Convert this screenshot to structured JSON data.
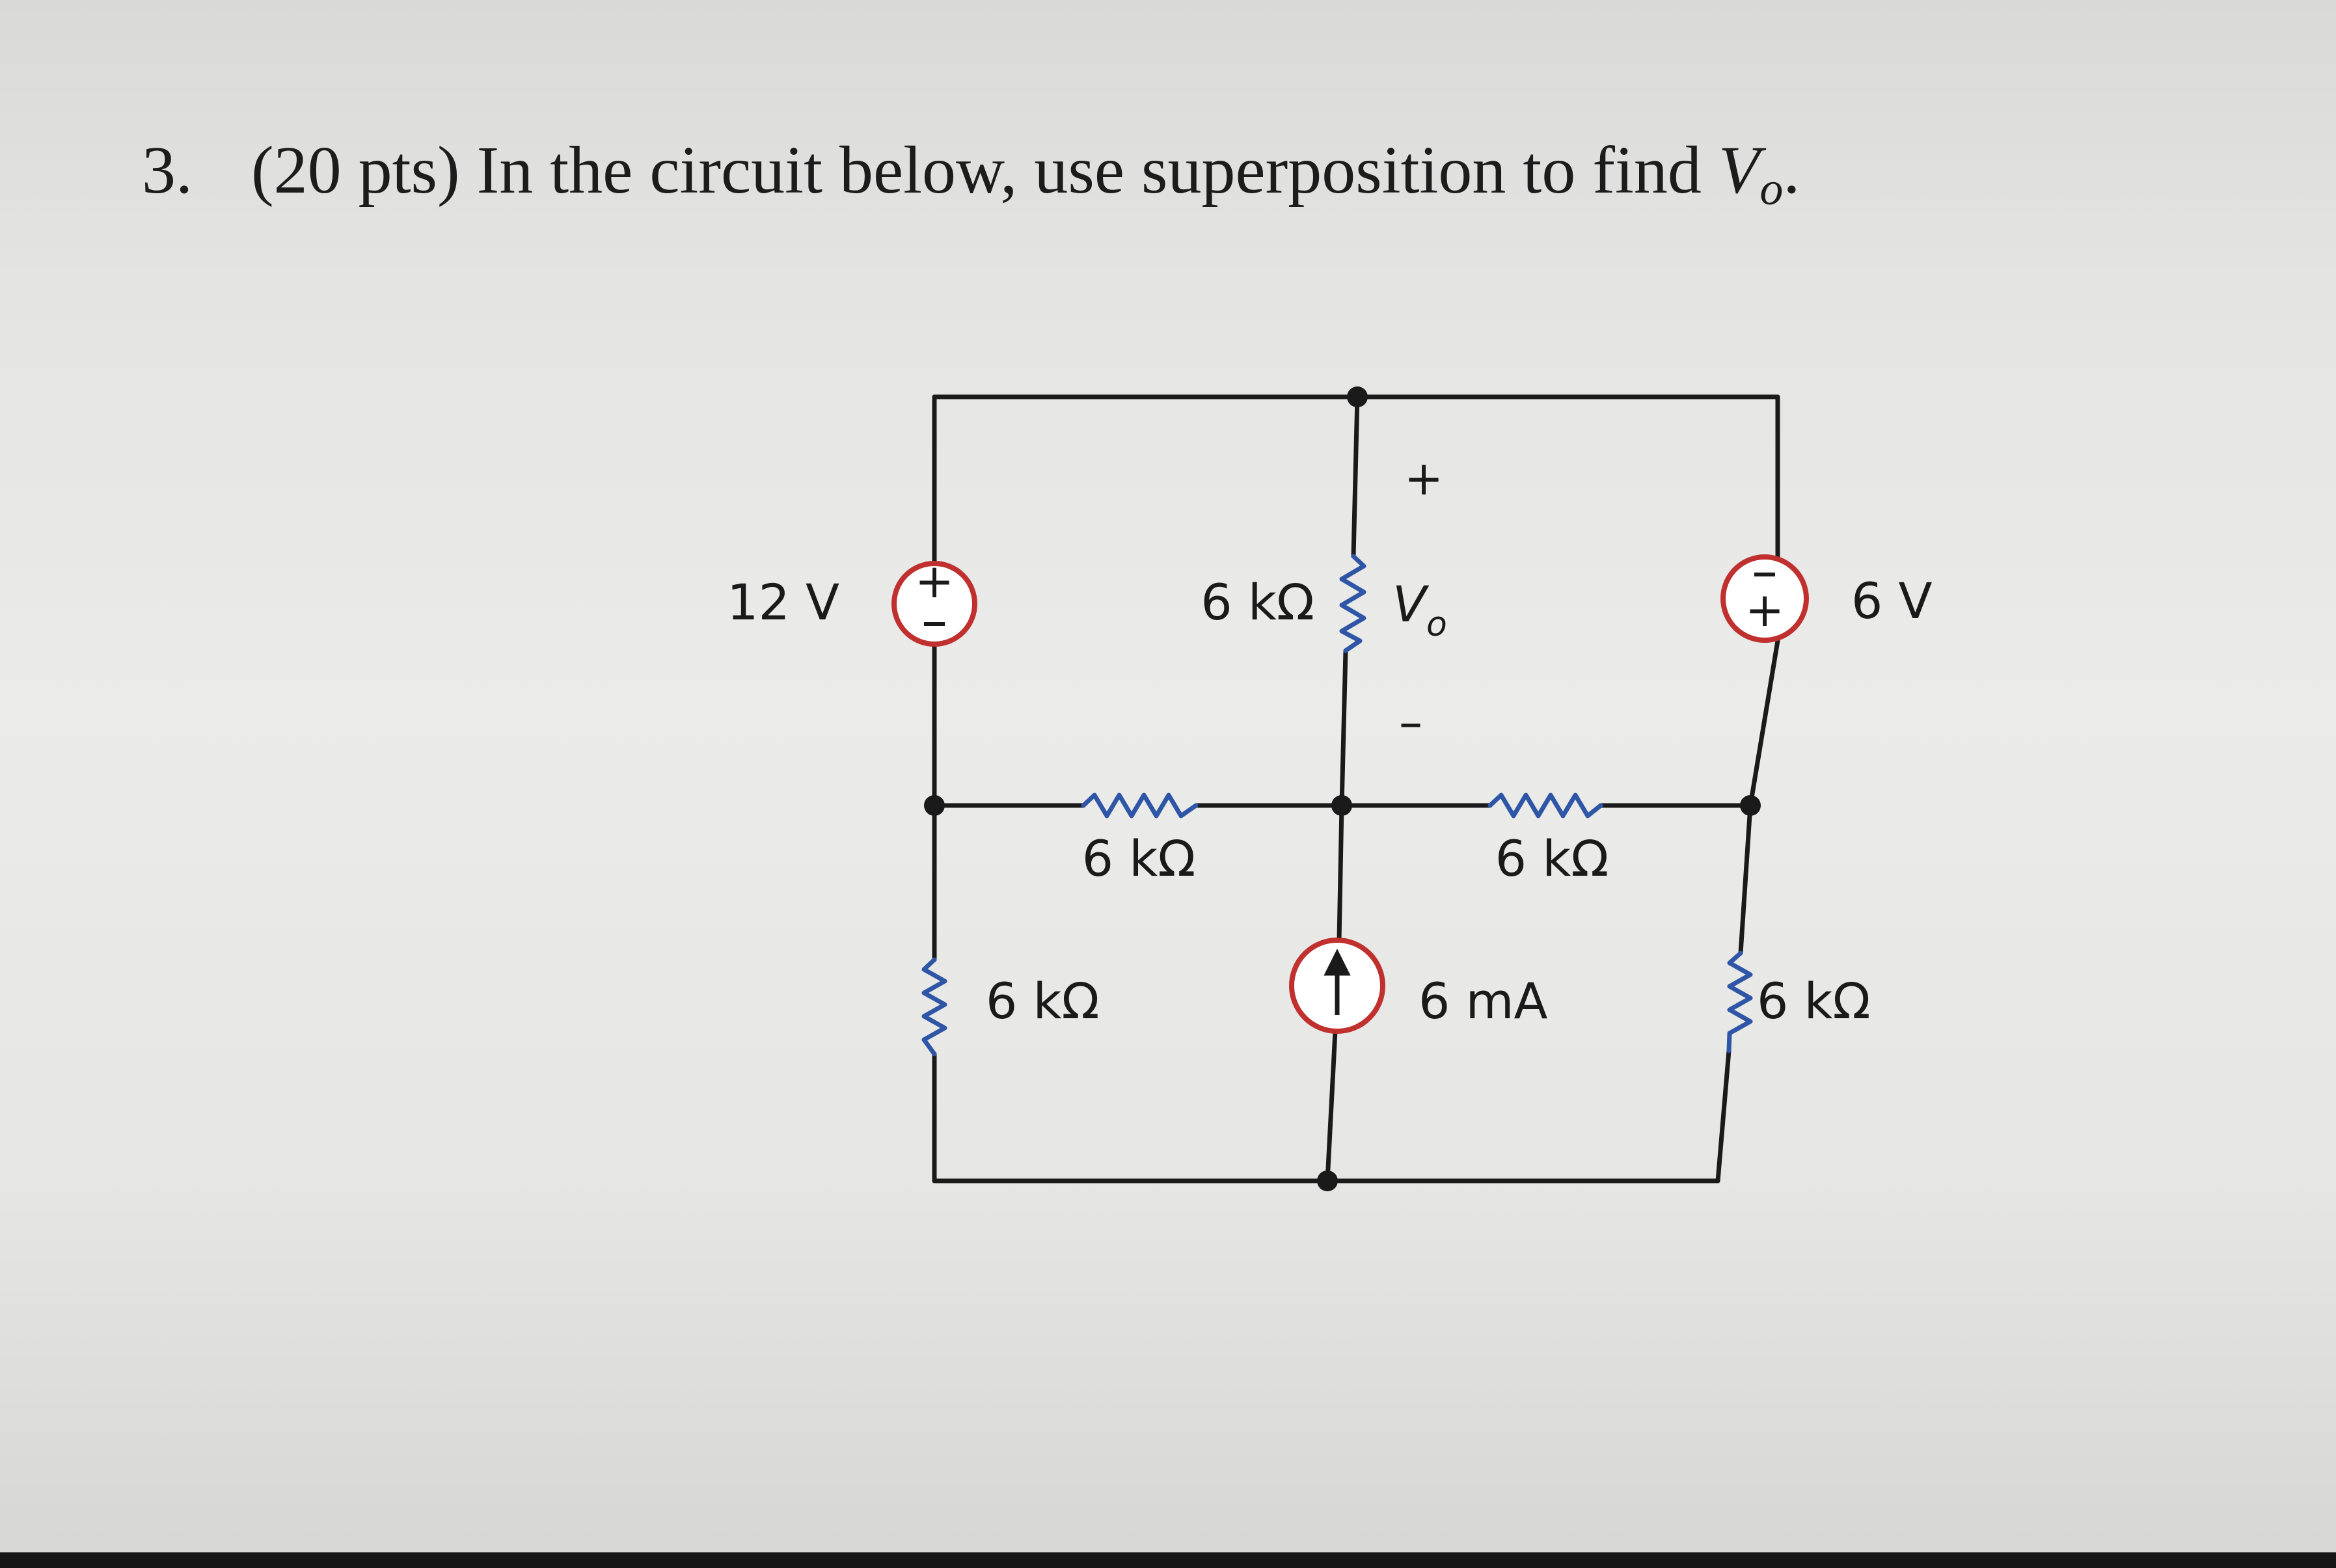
{
  "problem": {
    "number": "3.",
    "text": "(20 pts) In the circuit below, use superposition to find ",
    "variable": "V",
    "variable_sub": "o",
    "end": "."
  },
  "circuit": {
    "left_source_label": "12 V",
    "right_source_label": "6 V",
    "current_source_label": "6 mA",
    "center_resistor_label": "6 kΩ",
    "middle_left_resistor_label": "6 kΩ",
    "middle_right_resistor_label": "6 kΩ",
    "bottom_left_resistor_label": "6 kΩ",
    "bottom_right_resistor_label": "6 kΩ",
    "vo_plus": "+",
    "vo_minus": "–",
    "vo_label": "V",
    "vo_sub": "o",
    "source_plus": "+",
    "source_minus": "–",
    "colors": {
      "wire": "#1a1a1a",
      "resistor": "#2f56a6",
      "source": "#c0302f"
    }
  }
}
